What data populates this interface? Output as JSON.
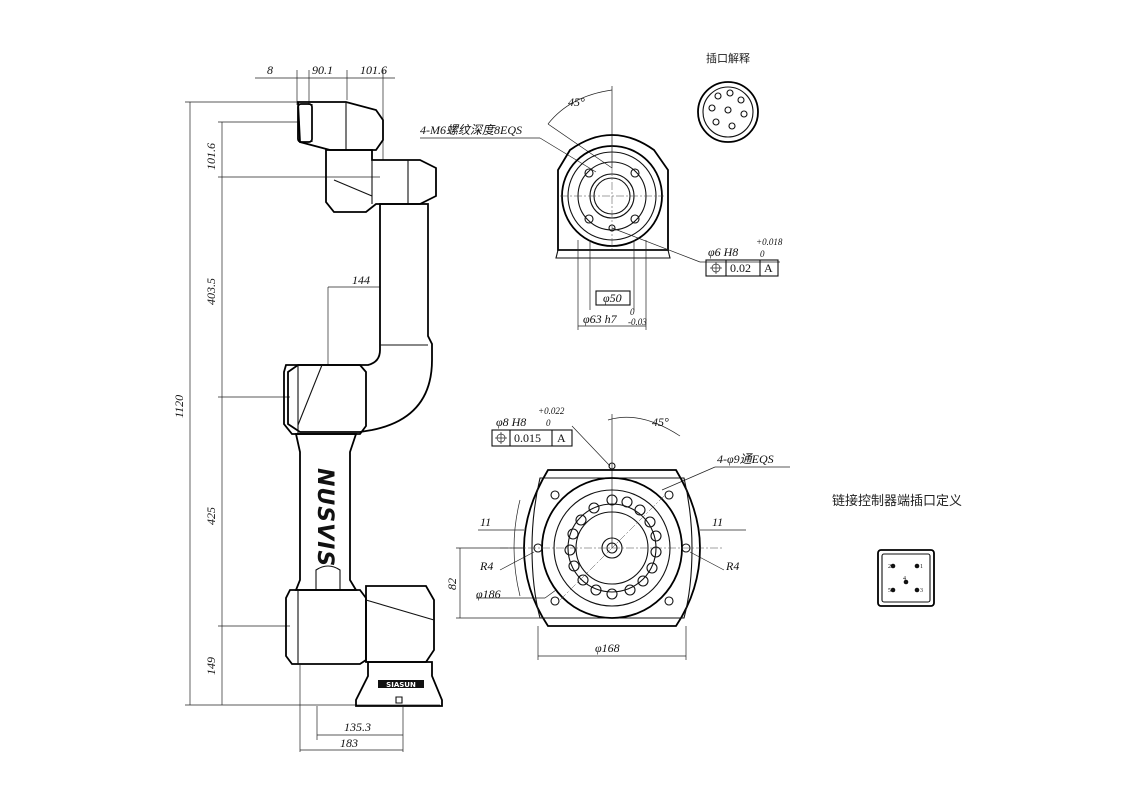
{
  "arm_side_view": {
    "brand_text": "NUSVIS",
    "base_brand_text": "SIASUN",
    "dims_top": [
      "8",
      "90.1",
      "101.6"
    ],
    "dims_left": [
      "101.6",
      "403.5",
      "425",
      "149"
    ],
    "total_height": "1120",
    "reach_dim": "144",
    "base_dims": [
      "135.3",
      "183"
    ]
  },
  "flange_view": {
    "thread_callout": "4-M6螺纹深度8EQS",
    "angle": "45°",
    "pin_hole": "φ6 H8",
    "pin_tol_upper": "+0.018",
    "pin_tol_lower": "0",
    "fcf_value": "0.02",
    "fcf_datum": "A",
    "dia_inner": "φ50",
    "dia_outer": "φ63 h7",
    "outer_tol_upper": "0",
    "outer_tol_lower": "-0.03"
  },
  "connector_top": {
    "label": "插口解释"
  },
  "base_view": {
    "pin_hole": "φ8 H8",
    "pin_tol_upper": "+0.022",
    "pin_tol_lower": "0",
    "fcf_value": "0.015",
    "fcf_datum": "A",
    "angle": "45°",
    "holes": "4-φ9通EQS",
    "slot_left": "11",
    "slot_right": "11",
    "radius_left": "R4",
    "radius_right": "R4",
    "height_dim": "82",
    "dia_bolt_circle": "φ186",
    "dia_base": "φ168"
  },
  "controller_connector": {
    "label": "链接控制器端插口定义",
    "pins": [
      "2",
      "1",
      "4",
      "5",
      "3"
    ]
  }
}
